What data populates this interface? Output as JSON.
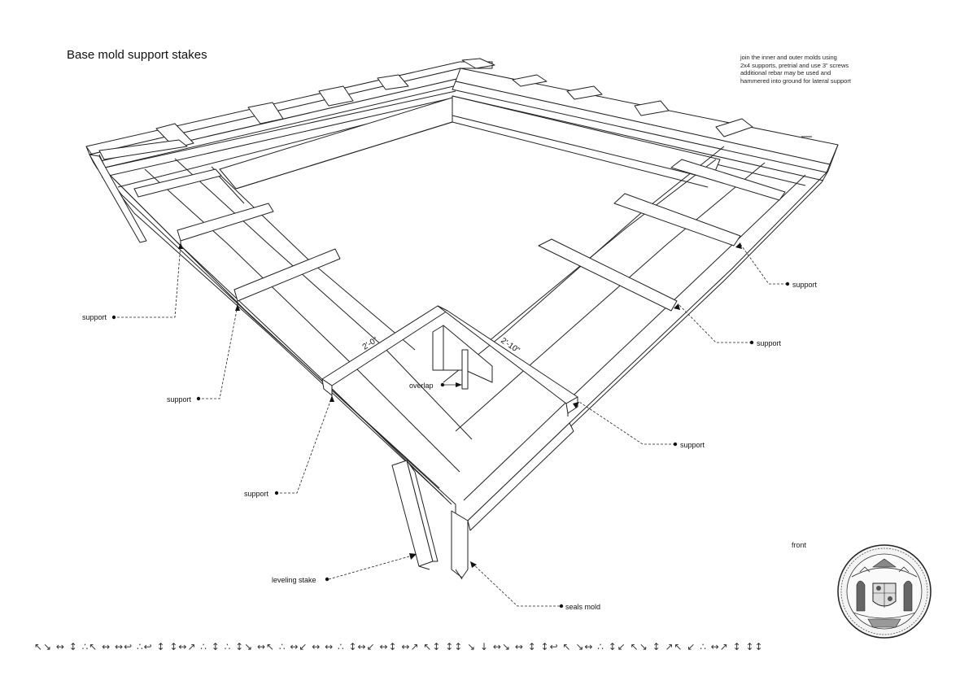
{
  "title": "Base mold support stakes",
  "note_lines": [
    "join the inner and outer molds using",
    "2x4 supports, pretrial and use 3\" screws",
    "additional rebar may be used and",
    "hammered into ground for lateral support"
  ],
  "dimensions": {
    "left": "2'-0\"",
    "right": "2'-10\""
  },
  "callouts": {
    "support_1": "support",
    "support_2": "support",
    "support_3": "support",
    "support_4": "support",
    "support_5": "support",
    "support_6": "support",
    "overlap": "overlap",
    "leveling_stake": "leveling stake",
    "seals_mold": "seals mold"
  },
  "front_label": "front",
  "footer_glyphs": "↖↘ ↔ ↕ ∴↖ ↔ ↔↩ ∴↩ ↕ ↕↔↗ ∴ ↕ ∴ ↕↘ ↔↖ ∴ ↔↙ ↔ ↔ ∴ ↕↔↙ ↔↕ ↔↗ ↖↕ ↕↕ ↘ ↓ ↔↘ ↔ ↕ ↕↩ ↖ ↘↔ ∴ ↕↙ ↖↘ ↕ ↗↖ ↙ ∴ ↔↗ ↕ ↕↕"
}
